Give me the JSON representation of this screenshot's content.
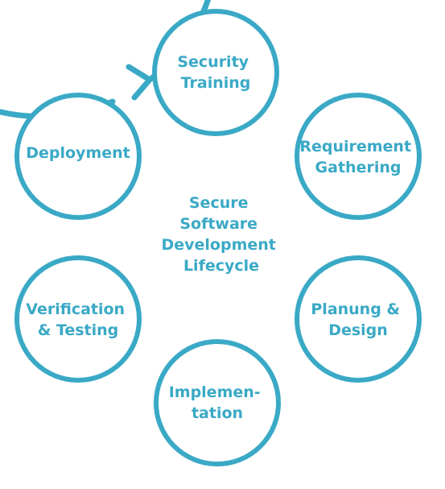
{
  "diagram": {
    "center_label": [
      "Secure",
      "Software",
      "Development",
      "Lifecycle"
    ],
    "colors": {
      "stroke": "#3aa9c6",
      "text": "#3aa9c6",
      "node_fill": "#ffffff",
      "background": "#ffffff"
    },
    "nodes": [
      {
        "id": "security-training",
        "lines": [
          "Security",
          "Training"
        ]
      },
      {
        "id": "requirement-gathering",
        "lines": [
          "Requirement",
          "Gathering"
        ]
      },
      {
        "id": "planung-design",
        "lines": [
          "Planung &",
          "Design"
        ]
      },
      {
        "id": "implementation",
        "lines": [
          "Implemen-",
          "tation"
        ]
      },
      {
        "id": "verification-testing",
        "lines": [
          "Verification",
          "& Testing"
        ]
      },
      {
        "id": "deployment",
        "lines": [
          "Deployment"
        ]
      }
    ]
  }
}
